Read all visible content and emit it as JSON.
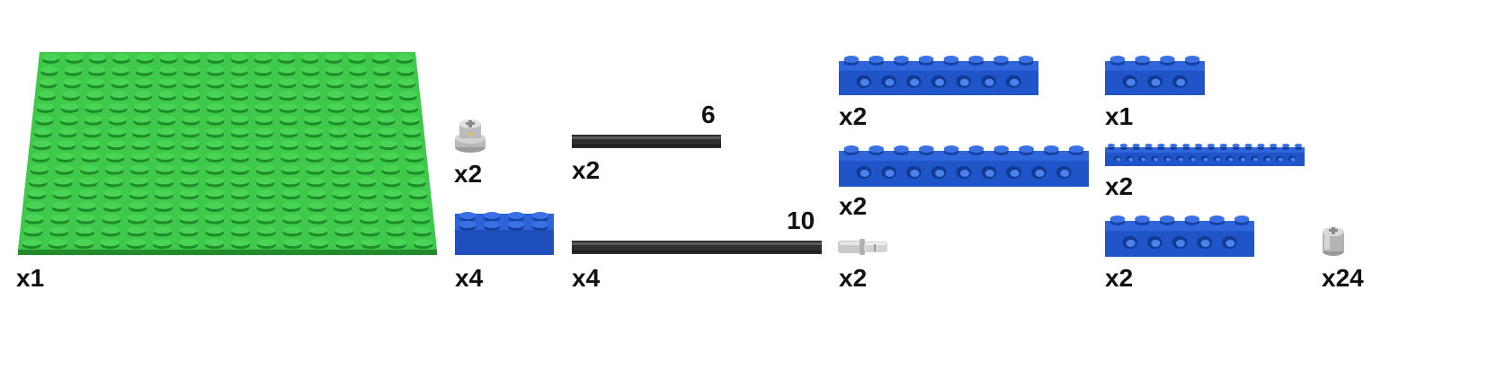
{
  "parts": [
    {
      "id": "plate-16x16",
      "qty": "x1",
      "color": "#3fc94a"
    },
    {
      "id": "bush-small",
      "qty": "x2",
      "color": "#b4b4b4"
    },
    {
      "id": "brick-2x4",
      "qty": "x4",
      "color": "#1f55c9"
    },
    {
      "id": "axle-6",
      "qty": "x2",
      "length": "6",
      "color": "#333333"
    },
    {
      "id": "axle-10",
      "qty": "x4",
      "length": "10",
      "color": "#333333"
    },
    {
      "id": "technic-brick-1x8",
      "qty": "x2",
      "color": "#1f55c9"
    },
    {
      "id": "technic-brick-1x10",
      "qty": "x2",
      "color": "#1f55c9"
    },
    {
      "id": "connector-peg",
      "qty": "x2",
      "color": "#c8c8c8"
    },
    {
      "id": "technic-brick-1x4",
      "qty": "x1",
      "color": "#1f55c9"
    },
    {
      "id": "technic-brick-1x16",
      "qty": "x2",
      "color": "#1f55c9"
    },
    {
      "id": "technic-brick-1x6",
      "qty": "x2",
      "color": "#1f55c9"
    },
    {
      "id": "bush",
      "qty": "x24",
      "color": "#b4b4b4"
    }
  ]
}
